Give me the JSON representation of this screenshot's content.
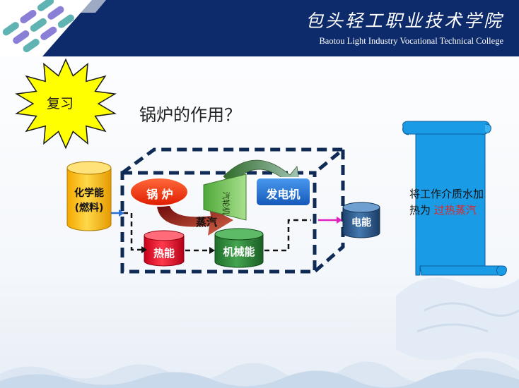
{
  "header": {
    "college_name_cn": "包头轻工职业技术学院",
    "college_name_en": "Baotou Light Industry Vocational Technical College"
  },
  "badge": {
    "label": "复习"
  },
  "question": "锅炉的作用？",
  "diagram": {
    "fuel": {
      "line1": "化学能",
      "line2": "(燃料)"
    },
    "boiler": "锅  炉",
    "turbine": "汽轮机",
    "generator": "发电机",
    "steam": "蒸汽",
    "heat_energy": "热能",
    "mechanical_energy": "机械能",
    "electric_energy": "电能"
  },
  "scroll": {
    "text_line1": "将工作介质水加",
    "text_line2_prefix": "热为 ",
    "text_highlight": "过热蒸汽"
  },
  "colors": {
    "header_bg": "#0d2a6b",
    "badge_fill": "#ffff00",
    "fuel_cylinder": "#ffc000",
    "boiler": "#ff2a00",
    "generator": "#1f6fd1",
    "heat_cylinder": "#e8122c",
    "mech_cylinder": "#2e8b3a",
    "electric_cylinder": "#2f5f96",
    "scroll": "#1a9be6",
    "highlight": "#e8211f"
  }
}
